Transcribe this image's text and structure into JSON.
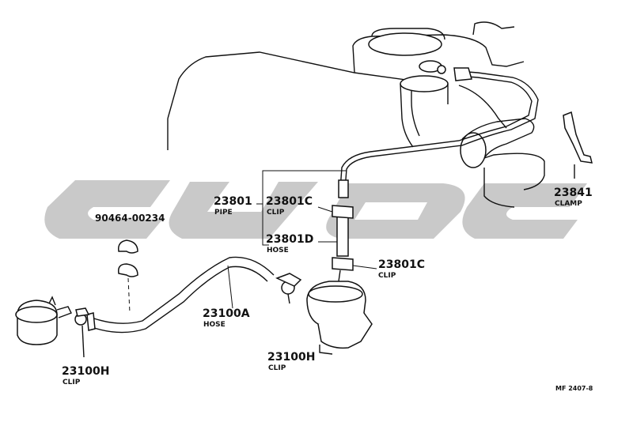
{
  "diagram": {
    "reference": "MF 2407-8",
    "watermark_color": "#c9c9c9",
    "line_color": "#111111",
    "parts": [
      {
        "id": "p23801",
        "number": "23801",
        "name": "PIPE"
      },
      {
        "id": "p23801c_top",
        "number": "23801C",
        "name": "CLIP"
      },
      {
        "id": "p23801d",
        "number": "23801D",
        "name": "HOSE"
      },
      {
        "id": "p23801c_bottom",
        "number": "23801C",
        "name": "CLIP"
      },
      {
        "id": "p23841",
        "number": "23841",
        "name": "CLAMP"
      },
      {
        "id": "p90464",
        "number": "90464-00234",
        "name": ""
      },
      {
        "id": "p23100a",
        "number": "23100A",
        "name": "HOSE"
      },
      {
        "id": "p23100h_left",
        "number": "23100H",
        "name": "CLIP"
      },
      {
        "id": "p23100h_right",
        "number": "23100H",
        "name": "CLIP"
      }
    ]
  }
}
